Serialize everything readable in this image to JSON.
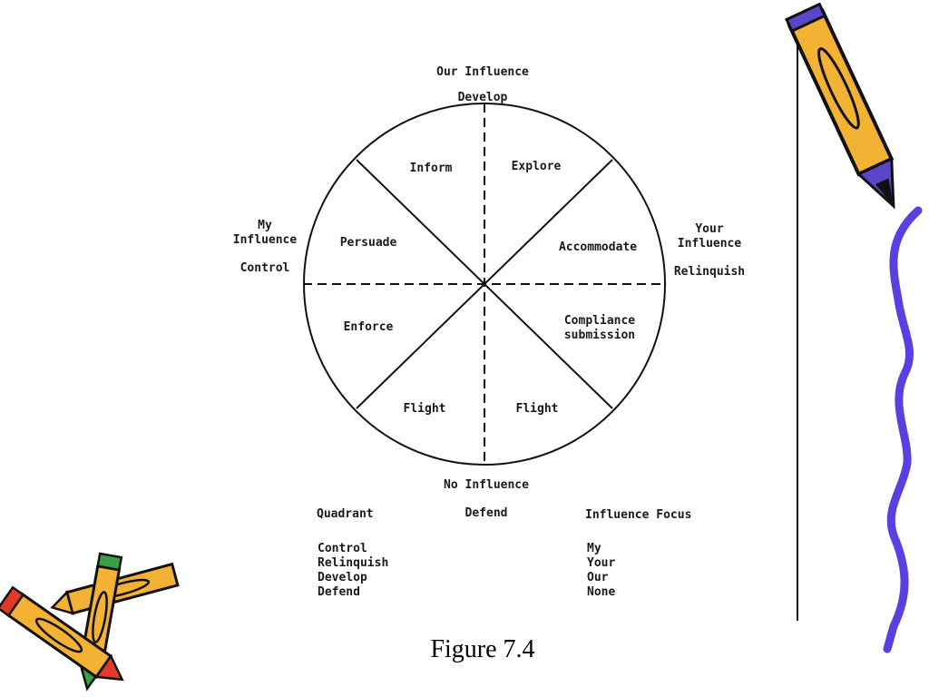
{
  "diagram": {
    "top_label": "Our Influence",
    "top_sub": "Develop",
    "left_label_1": "My",
    "left_label_2": "Influence",
    "left_sub": "Control",
    "right_label_1": "Your",
    "right_label_2": "Influence",
    "right_sub": "Relinquish",
    "bottom_label": "No Influence",
    "bottom_sub": "Defend",
    "sectors": {
      "inform": "Inform",
      "explore": "Explore",
      "persuade": "Persuade",
      "accommodate": "Accommodate",
      "enforce": "Enforce",
      "compliance_1": "Compliance",
      "compliance_2": "submission",
      "flight_left": "Flight",
      "flight_right": "Flight"
    }
  },
  "legend": {
    "quadrant_header": "Quadrant",
    "quadrant_items": [
      "Control",
      "Relinquish",
      "Develop",
      "Defend"
    ],
    "focus_header": "Influence Focus",
    "focus_items": [
      "My",
      "Your",
      "Our",
      "None"
    ]
  },
  "caption": "Figure 7.4"
}
